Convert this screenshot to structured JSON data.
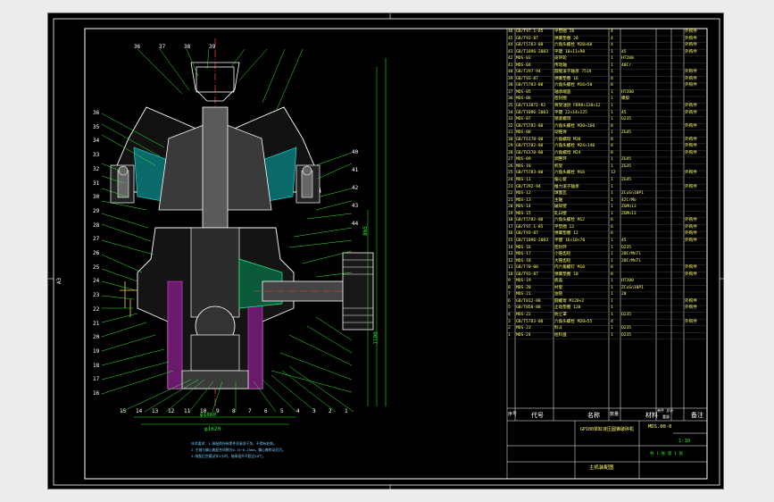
{
  "sheet": {
    "left_marker": "A3"
  },
  "dimensions": {
    "d1": "φ1860",
    "d2": "φ1620",
    "h1": "1100",
    "h2": "865"
  },
  "part_labels_left": [
    "36",
    "35",
    "34",
    "33",
    "32",
    "31",
    "30",
    "29",
    "28",
    "27",
    "26",
    "25",
    "24",
    "23",
    "22",
    "21",
    "20",
    "19",
    "18",
    "17",
    "16",
    "15",
    "14",
    "13",
    "12",
    "11",
    "10",
    "9",
    "8",
    "7",
    "6",
    "5",
    "4",
    "3",
    "2",
    "1"
  ],
  "part_labels_top": [
    "36",
    "37",
    "38",
    "39",
    "40",
    "41",
    "42",
    "43",
    "44"
  ],
  "notes": [
    "技术要求：1.装配前所有零件须清洗干净，不得有毛刺。",
    "2.主轴与偏心套配合间隙为0.15~0.25mm，偏心套转动灵活。",
    "3.装配后空载试车2小时，轴承温升不超过40℃。"
  ],
  "bom": [
    {
      "n": "46",
      "code": "GB/T97.1-85",
      "name": "平垫圈 20",
      "q": "4",
      "m": "",
      "r": "外购件"
    },
    {
      "n": "45",
      "code": "GB/T93-87",
      "name": "弹簧垫圈 20",
      "q": "4",
      "m": "",
      "r": "外购件"
    },
    {
      "n": "44",
      "code": "GB/T5783-00",
      "name": "六角头螺栓 M20×60",
      "q": "4",
      "m": "",
      "r": "外购件"
    },
    {
      "n": "43",
      "code": "GB/T1096-2003",
      "name": "平键 18×11×90",
      "q": "1",
      "m": "45",
      "r": "外购件"
    },
    {
      "n": "42",
      "code": "MDS-03",
      "name": "皮带轮",
      "q": "1",
      "m": "HT200",
      "r": ""
    },
    {
      "n": "41",
      "code": "MDS-04",
      "name": "传动轴",
      "q": "1",
      "m": "40Cr",
      "r": ""
    },
    {
      "n": "40",
      "code": "GB/T297-94",
      "name": "圆锥滚子轴承 7519",
      "q": "1",
      "m": "",
      "r": "外购件"
    },
    {
      "n": "39",
      "code": "GB/T93-87",
      "name": "弹簧垫圈 16",
      "q": "8",
      "m": "",
      "r": "外购件"
    },
    {
      "n": "38",
      "code": "GB/T5783-00",
      "name": "六角头螺栓 M16×50",
      "q": "8",
      "m": "",
      "r": "外购件"
    },
    {
      "n": "37",
      "code": "MDS-05",
      "name": "轴承端盖",
      "q": "1",
      "m": "HT200",
      "r": ""
    },
    {
      "n": "36",
      "code": "MDS-06",
      "name": "密封圈",
      "q": "1",
      "m": "橡胶",
      "r": ""
    },
    {
      "n": "35",
      "code": "GB/T13871-92",
      "name": "骨架油封 FB90×120×12",
      "q": "1",
      "m": "",
      "r": "外购件"
    },
    {
      "n": "34",
      "code": "GB/T1096-2003",
      "name": "平键 22×14×125",
      "q": "1",
      "m": "45",
      "r": "外购件"
    },
    {
      "n": "33",
      "code": "MDS-07",
      "name": "锁紧螺母",
      "q": "1",
      "m": "Q235",
      "r": ""
    },
    {
      "n": "32",
      "code": "GB/T5782-00",
      "name": "六角头螺栓 M30×160",
      "q": "8",
      "m": "",
      "r": "外购件"
    },
    {
      "n": "31",
      "code": "MDS-08",
      "name": "动锥体",
      "q": "1",
      "m": "ZG45",
      "r": ""
    },
    {
      "n": "30",
      "code": "GB/T6170-00",
      "name": "六角螺母 M30",
      "q": "8",
      "m": "",
      "r": "外购件"
    },
    {
      "n": "29",
      "code": "GB/T5782-00",
      "name": "六角头螺栓 M24×140",
      "q": "8",
      "m": "",
      "r": "外购件"
    },
    {
      "n": "28",
      "code": "GB/T6170-00",
      "name": "六角螺母 M24",
      "q": "8",
      "m": "",
      "r": "外购件"
    },
    {
      "n": "27",
      "code": "MDS-09",
      "name": "调整环",
      "q": "1",
      "m": "ZG45",
      "r": ""
    },
    {
      "n": "26",
      "code": "MDS-10",
      "name": "机架",
      "q": "1",
      "m": "ZG35",
      "r": ""
    },
    {
      "n": "25",
      "code": "GB/T5783-00",
      "name": "六角头螺栓 M16",
      "q": "12",
      "m": "",
      "r": "外购件"
    },
    {
      "n": "24",
      "code": "MDS-11",
      "name": "偏心套",
      "q": "1",
      "m": "ZG45",
      "r": ""
    },
    {
      "n": "23",
      "code": "GB/T292-94",
      "name": "推力滚子轴承",
      "q": "1",
      "m": "",
      "r": "外购件"
    },
    {
      "n": "22",
      "code": "MDS-12",
      "name": "球面瓦",
      "q": "1",
      "m": "ZCuSn10P1",
      "r": ""
    },
    {
      "n": "21",
      "code": "MDS-13",
      "name": "主轴",
      "q": "1",
      "m": "42CrMo",
      "r": ""
    },
    {
      "n": "20",
      "code": "MDS-14",
      "name": "破碎壁",
      "q": "1",
      "m": "ZGMn13",
      "r": ""
    },
    {
      "n": "19",
      "code": "MDS-15",
      "name": "轧臼壁",
      "q": "1",
      "m": "ZGMn13",
      "r": ""
    },
    {
      "n": "18",
      "code": "GB/T5782-00",
      "name": "六角头螺栓 M12",
      "q": "6",
      "m": "",
      "r": "外购件"
    },
    {
      "n": "17",
      "code": "GB/T97.1-85",
      "name": "平垫圈 12",
      "q": "6",
      "m": "",
      "r": "外购件"
    },
    {
      "n": "16",
      "code": "GB/T93-87",
      "name": "弹簧垫圈 12",
      "q": "6",
      "m": "",
      "r": "外购件"
    },
    {
      "n": "15",
      "code": "GB/T1096-2003",
      "name": "平键 16×10×70",
      "q": "1",
      "m": "45",
      "r": "外购件"
    },
    {
      "n": "14",
      "code": "MDS-16",
      "name": "密封环",
      "q": "1",
      "m": "Q235",
      "r": ""
    },
    {
      "n": "13",
      "code": "MDS-17",
      "name": "小锥齿轮",
      "q": "1",
      "m": "20CrMnTi",
      "r": ""
    },
    {
      "n": "12",
      "code": "MDS-18",
      "name": "大锥齿轮",
      "q": "1",
      "m": "20CrMnTi",
      "r": ""
    },
    {
      "n": "11",
      "code": "GB/T70-00",
      "name": "内六角螺钉 M10",
      "q": "8",
      "m": "",
      "r": "外购件"
    },
    {
      "n": "10",
      "code": "GB/T93-87",
      "name": "弹簧垫圈 10",
      "q": "8",
      "m": "",
      "r": "外购件"
    },
    {
      "n": "9",
      "code": "MDS-19",
      "name": "底盖",
      "q": "1",
      "m": "HT200",
      "r": ""
    },
    {
      "n": "8",
      "code": "MDS-20",
      "name": "衬套",
      "q": "1",
      "m": "ZCuSn10P1",
      "r": ""
    },
    {
      "n": "7",
      "code": "MDS-21",
      "name": "油管",
      "q": "1",
      "m": "20",
      "r": ""
    },
    {
      "n": "6",
      "code": "GB/T812-88",
      "name": "圆螺母 M120×2",
      "q": "1",
      "m": "",
      "r": "外购件"
    },
    {
      "n": "5",
      "code": "GB/T858-88",
      "name": "止动垫圈 120",
      "q": "1",
      "m": "",
      "r": "外购件"
    },
    {
      "n": "4",
      "code": "MDS-22",
      "name": "防尘罩",
      "q": "1",
      "m": "Q235",
      "r": ""
    },
    {
      "n": "3",
      "code": "GB/T5783-00",
      "name": "六角头螺栓 M20×55",
      "q": "4",
      "m": "",
      "r": "外购件"
    },
    {
      "n": "2",
      "code": "MDS-23",
      "name": "料斗",
      "q": "1",
      "m": "Q235",
      "r": ""
    },
    {
      "n": "1",
      "code": "MDS-24",
      "name": "给料盘",
      "q": "1",
      "m": "Q235",
      "r": ""
    }
  ],
  "bom_header": {
    "n": "序号",
    "code": "代号",
    "name": "名称",
    "q": "数量",
    "m": "材料",
    "w": "单件 总计",
    "wu": "重量",
    "r": "备注"
  },
  "title_block": {
    "project": "GP100单缸液压圆锥破碎机",
    "drawing": "主机装配图",
    "drawing_no": "MDS.00-0",
    "scale": "1:10",
    "sheet": "共 1 张 第 1 张"
  }
}
